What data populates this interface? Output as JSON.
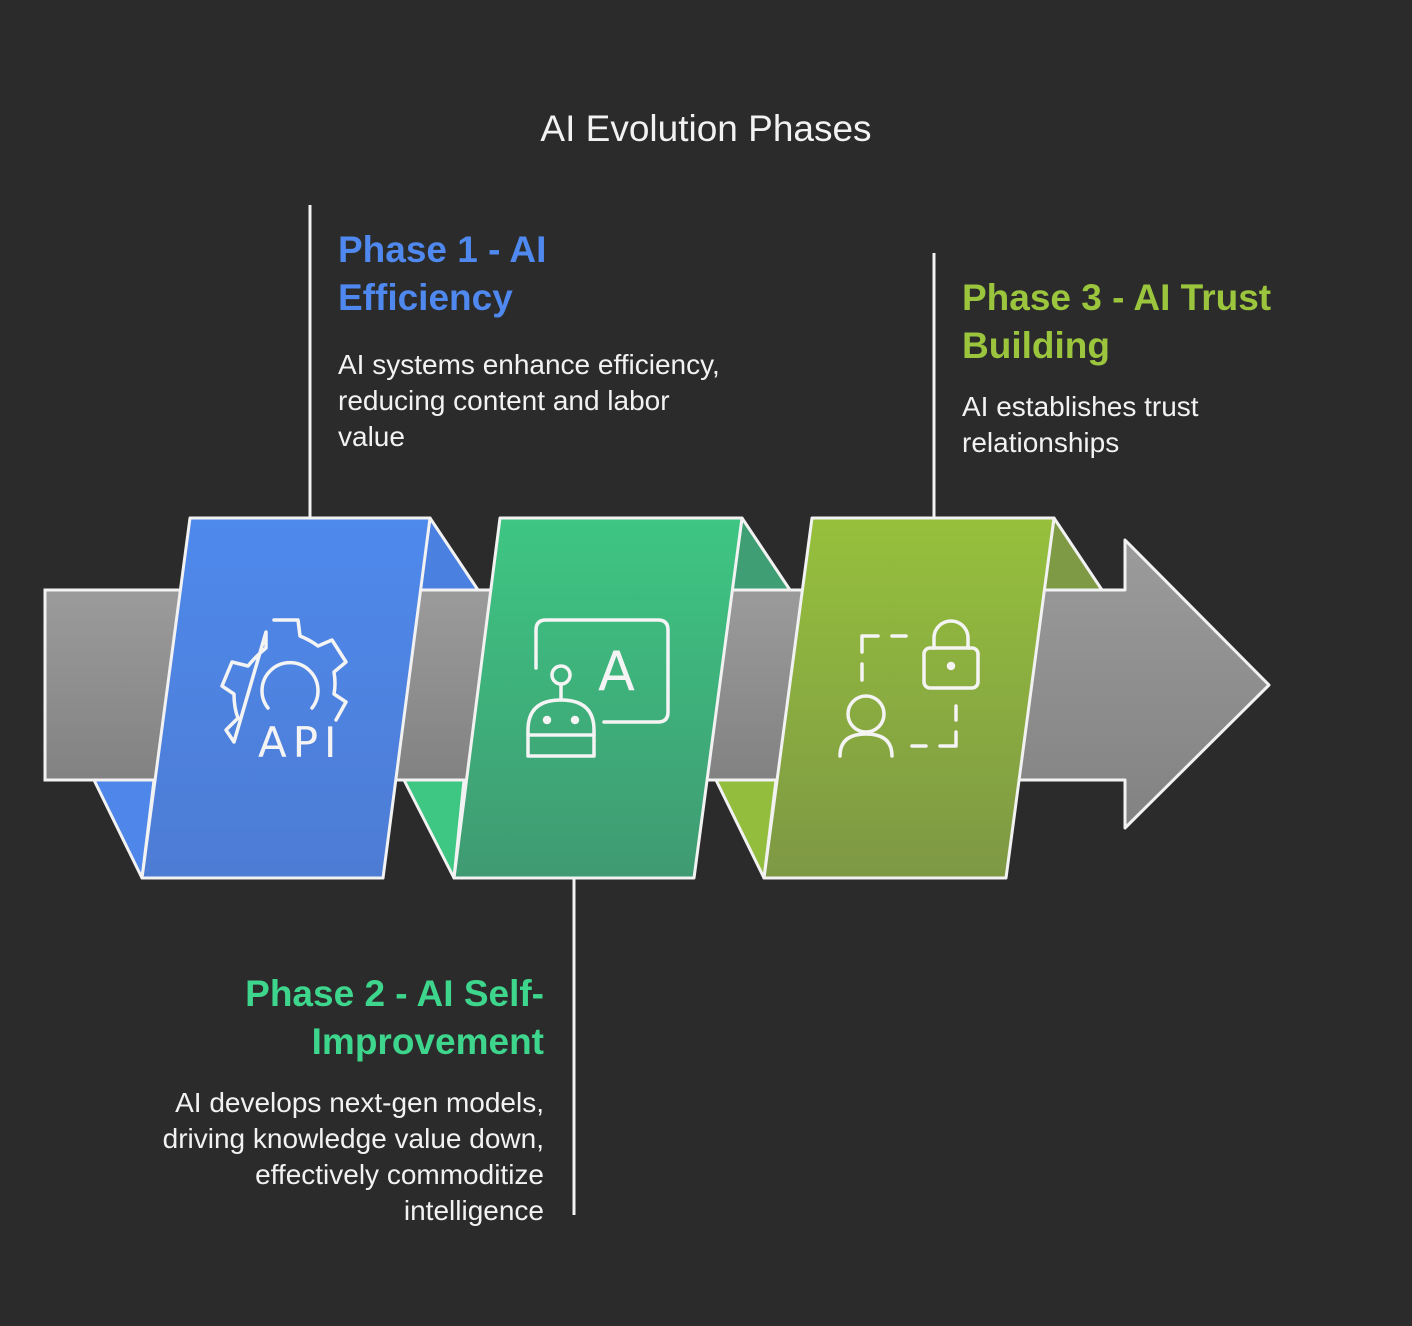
{
  "title": "AI Evolution Phases",
  "phases": [
    {
      "heading": "Phase 1 - AI Efficiency",
      "description": "AI systems enhance efficiency, reducing content and labor value",
      "icon": "api-gear-icon",
      "color": "#4f88ee"
    },
    {
      "heading": "Phase 2 - AI Self-Improvement",
      "description": "AI develops next-gen models, driving knowledge value down, effectively commoditize intelligence",
      "icon": "robot-chat-icon",
      "color": "#3dd68c"
    },
    {
      "heading": "Phase 3 - AI Trust Building",
      "description": "AI establishes trust relationships",
      "icon": "user-lock-icon",
      "color": "#9bc53d"
    }
  ],
  "icon_text": "API",
  "icon_letter": "A"
}
